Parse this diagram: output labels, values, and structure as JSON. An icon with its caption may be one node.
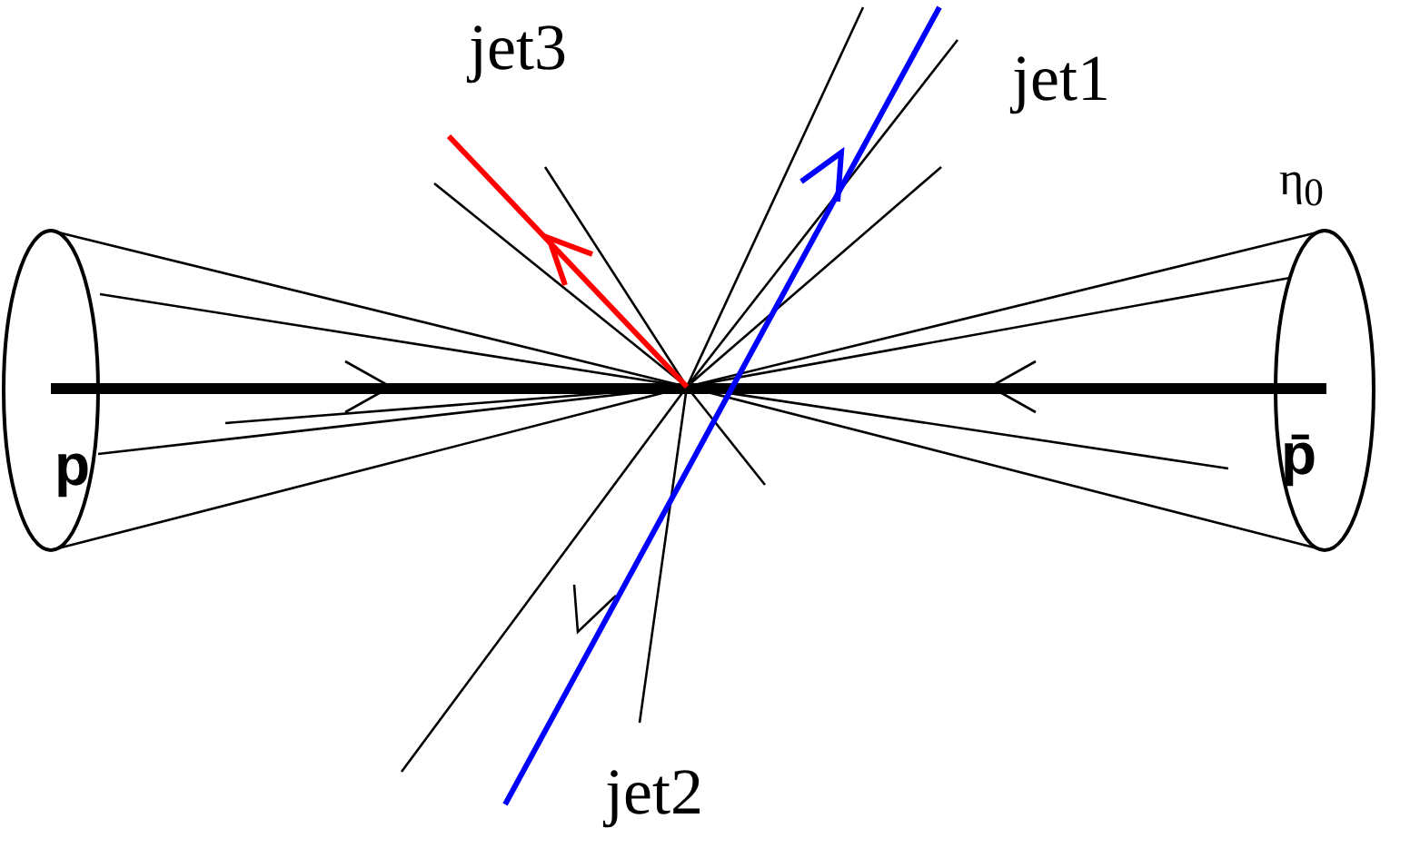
{
  "diagram": {
    "labels": [
      "jet3",
      "jet1",
      "η$_{0}$",
      "p",
      "p̄",
      "jet2"
    ]
  }
}
